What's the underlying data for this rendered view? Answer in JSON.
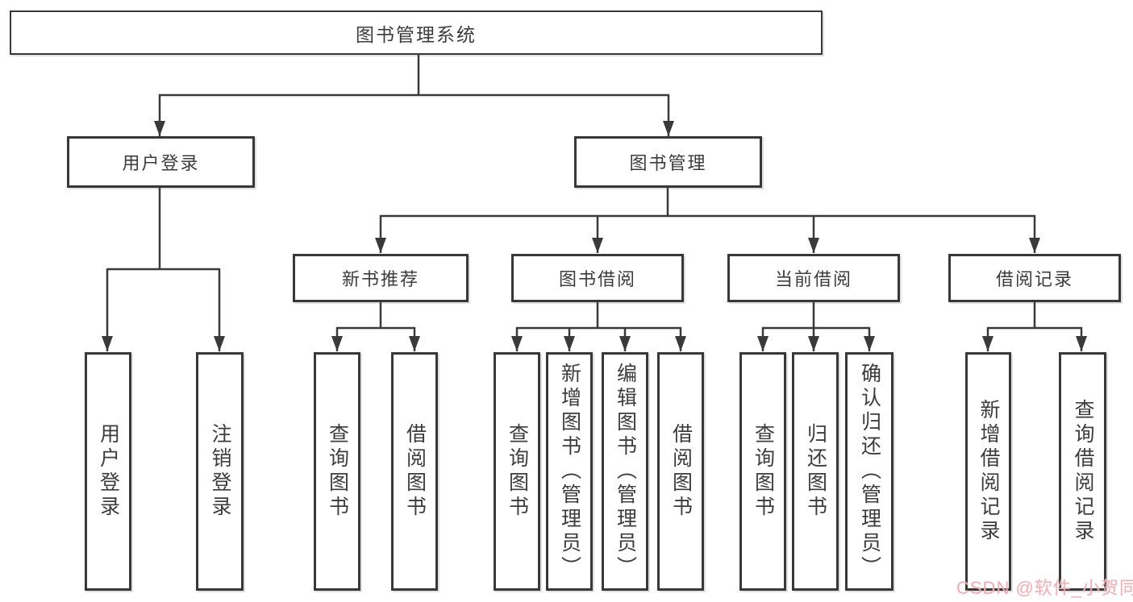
{
  "diagram": {
    "root": {
      "label": "图书管理系统"
    },
    "level2": [
      {
        "label": "用户登录"
      },
      {
        "label": "图书管理"
      }
    ],
    "level3": [
      {
        "label": "新书推荐"
      },
      {
        "label": "图书借阅"
      },
      {
        "label": "当前借阅"
      },
      {
        "label": "借阅记录"
      }
    ],
    "leaves": [
      {
        "label": "用户登录"
      },
      {
        "label": "注销登录"
      },
      {
        "label": "查询图书"
      },
      {
        "label": "借阅图书"
      },
      {
        "label": "查询图书"
      },
      {
        "label": "新增图书（管理员）"
      },
      {
        "label": "编辑图书（管理员）"
      },
      {
        "label": "借阅图书"
      },
      {
        "label": "查询图书"
      },
      {
        "label": "归还图书"
      },
      {
        "label": "确认归还（管理员）"
      },
      {
        "label": "新增借阅记录"
      },
      {
        "label": "查询借阅记录"
      }
    ]
  },
  "watermark": {
    "text": "CSDN @软件_小贺同学",
    "color": "#f8a2a9"
  },
  "colors": {
    "line": "#3a3a3a",
    "box_border": "#383838",
    "background": "#ffffff",
    "text": "#3c3c3c"
  }
}
